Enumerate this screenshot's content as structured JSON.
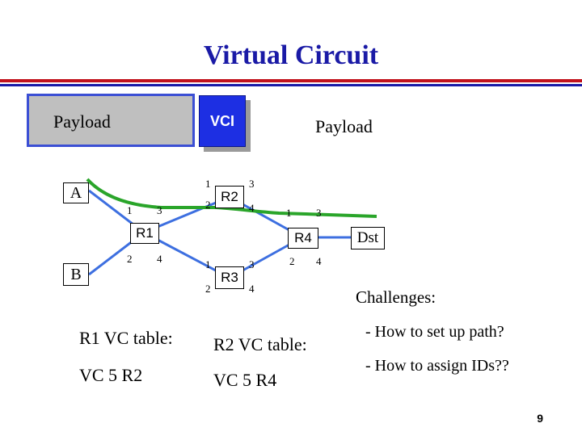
{
  "slide": {
    "title": "Virtual Circuit",
    "page_number": "9"
  },
  "packet": {
    "payload_label": "Payload",
    "vci_label": "VCI",
    "payload_right_label": "Payload"
  },
  "nodes": {
    "A": "A",
    "B": "B",
    "R1": "R1",
    "R2": "R2",
    "R3": "R3",
    "R4": "R4",
    "Dst": "Dst"
  },
  "ports": {
    "r1": [
      "1",
      "3",
      "2",
      "4"
    ],
    "r2": [
      "1",
      "3",
      "2",
      "4"
    ],
    "r3": [
      "1",
      "3",
      "2",
      "4"
    ],
    "r4": [
      "1",
      "3",
      "2",
      "4"
    ]
  },
  "tables": {
    "r1_title": "R1 VC table:",
    "r1_entry": "VC 5  R2",
    "r2_title": "R2 VC table:",
    "r2_entry": "VC 5  R4"
  },
  "challenges": {
    "title": "Challenges:",
    "items": [
      "- How to set up path?",
      "- How to assign IDs??"
    ]
  },
  "colors": {
    "title": "#1a1aa6",
    "link": "#3d6fe0",
    "path": "#2aa52a",
    "vci_fill": "#1d2fe3",
    "rule_red": "#c2121c"
  }
}
